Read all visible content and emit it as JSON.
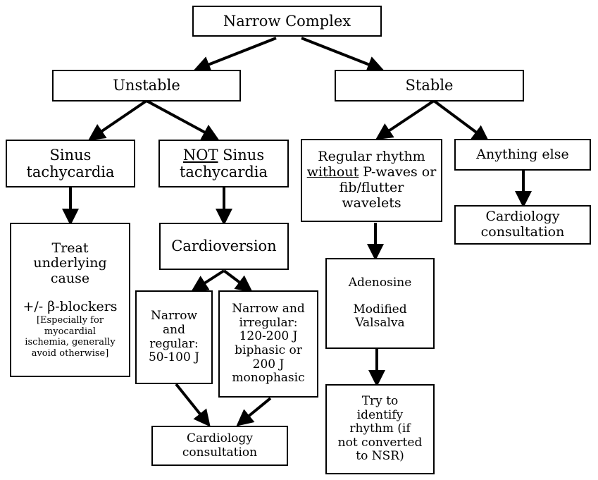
{
  "nodes": {
    "narrow_complex": "Narrow Complex",
    "unstable": "Unstable",
    "stable": "Stable",
    "sinus_tachy": {
      "line1": "Sinus",
      "line2": "tachycardia"
    },
    "not_sinus_tachy": {
      "not": "NOT",
      "rest1": " Sinus",
      "line2": "tachycardia"
    },
    "regular_rhythm": {
      "line1": "Regular rhythm",
      "without": "without",
      "line2_rest": " P-waves or",
      "line3": "fib/flutter",
      "line4": "wavelets"
    },
    "anything_else": "Anything else",
    "cardiology_right": {
      "line1": "Cardiology",
      "line2": "consultation"
    },
    "treat_cause": {
      "line1": "Treat",
      "line2": "underlying",
      "line3": "cause",
      "line4": "+/- β-blockers",
      "note1": "[Especially for",
      "note2": "myocardial",
      "note3": "ischemia, generally",
      "note4": "avoid otherwise]"
    },
    "cardioversion": "Cardioversion",
    "narrow_regular": {
      "line1": "Narrow",
      "line2": "and",
      "line3": "regular:",
      "line4": "50-100 J"
    },
    "narrow_irregular": {
      "line1": "Narrow and",
      "line2": "irregular:",
      "line3": "120-200 J",
      "line4": "biphasic or",
      "line5": "200 J",
      "line6": "monophasic"
    },
    "adenosine": {
      "line1": "Adenosine",
      "line2": "Modified",
      "line3": "Valsalva"
    },
    "cardiology_bottom": {
      "line1": "Cardiology",
      "line2": "consultation"
    },
    "try_identify": {
      "line1": "Try to",
      "line2": "identify",
      "line3": "rhythm (if",
      "line4": "not converted",
      "line5": "to NSR)"
    }
  },
  "colors": {
    "stroke": "#000000",
    "fill": "#ffffff"
  }
}
